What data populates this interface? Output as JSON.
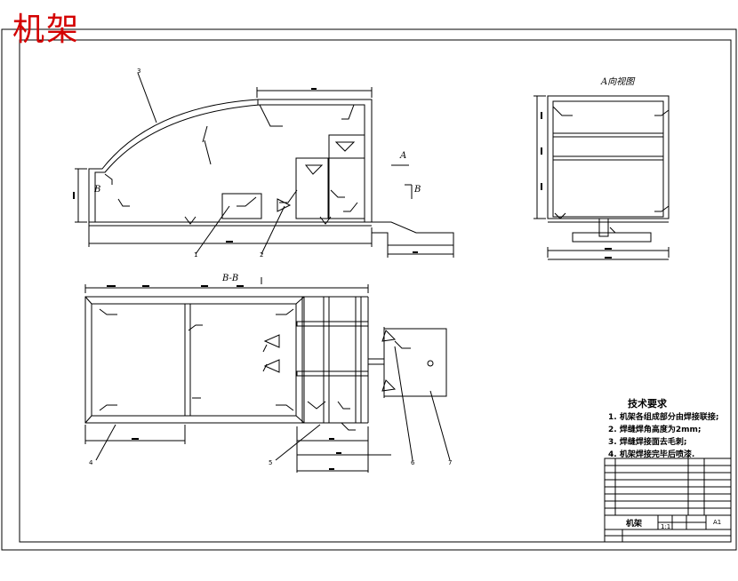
{
  "title": "机架",
  "views": {
    "a_view": "A向视图",
    "section": "B-B",
    "arrow_a": "A",
    "arrow_b1": "B",
    "arrow_b2": "B"
  },
  "balloons": [
    "1",
    "2",
    "3",
    "4",
    "5",
    "6",
    "7"
  ],
  "requirements": {
    "heading": "技术要求",
    "items": [
      "1. 机架各组成部分由焊接联接;",
      "2. 焊缝焊角高度为2mm;",
      "3. 焊缝焊接面去毛刺;",
      "4. 机架焊接完毕后喷漆."
    ]
  },
  "title_block": {
    "drawing_name": "机架",
    "scale_value": "1:1",
    "sheet_code": "A1"
  }
}
